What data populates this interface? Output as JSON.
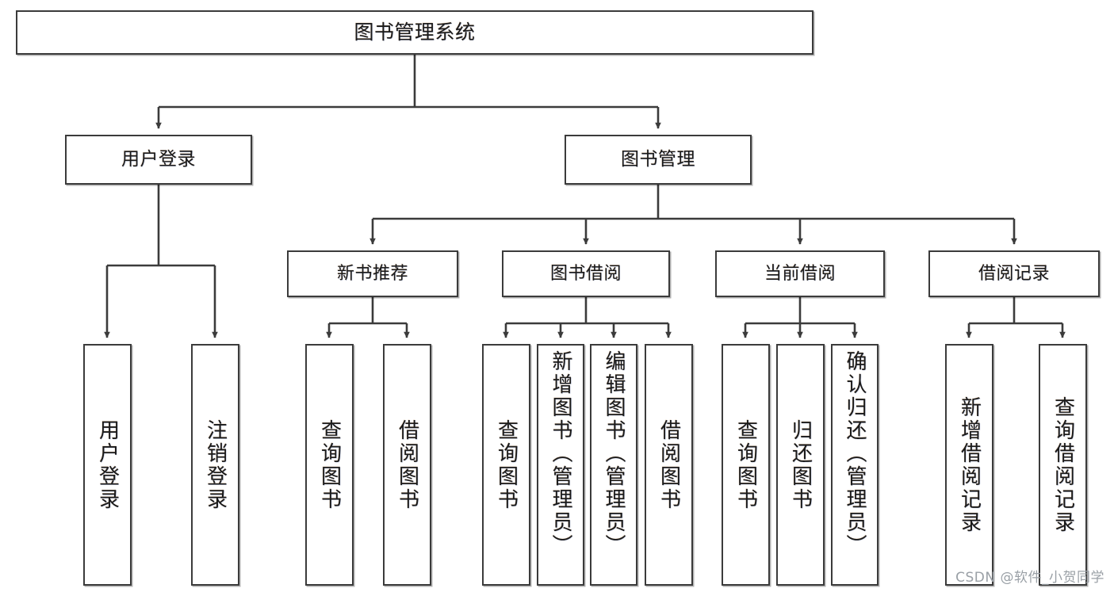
{
  "diagram": {
    "title": "图书管理系统",
    "watermark": "CSDN @软件_小贺同学",
    "colors": {
      "stroke": "#3b3b3b",
      "fill": "#ffffff",
      "text": "#1a1a1a",
      "watermark": "#9aa0a6"
    },
    "root": {
      "label": "图书管理系统"
    },
    "level2": [
      {
        "label": "用户登录"
      },
      {
        "label": "图书管理"
      }
    ],
    "level3": [
      {
        "label": "新书推荐"
      },
      {
        "label": "图书借阅"
      },
      {
        "label": "当前借阅"
      },
      {
        "label": "借阅记录"
      }
    ],
    "leaves": {
      "user_login": [
        {
          "label": "用户登录"
        },
        {
          "label": "注销登录"
        }
      ],
      "new_book": [
        {
          "label": "查询图书"
        },
        {
          "label": "借阅图书"
        }
      ],
      "book_borrow": [
        {
          "label": "查询图书"
        },
        {
          "label": "新增图书（管理员）"
        },
        {
          "label": "编辑图书（管理员）"
        },
        {
          "label": "借阅图书"
        }
      ],
      "current_borrow": [
        {
          "label": "查询图书"
        },
        {
          "label": "归还图书"
        },
        {
          "label": "确认归还（管理员）"
        }
      ],
      "borrow_records": [
        {
          "label": "新增借阅记录"
        },
        {
          "label": "查询借阅记录"
        }
      ]
    }
  }
}
